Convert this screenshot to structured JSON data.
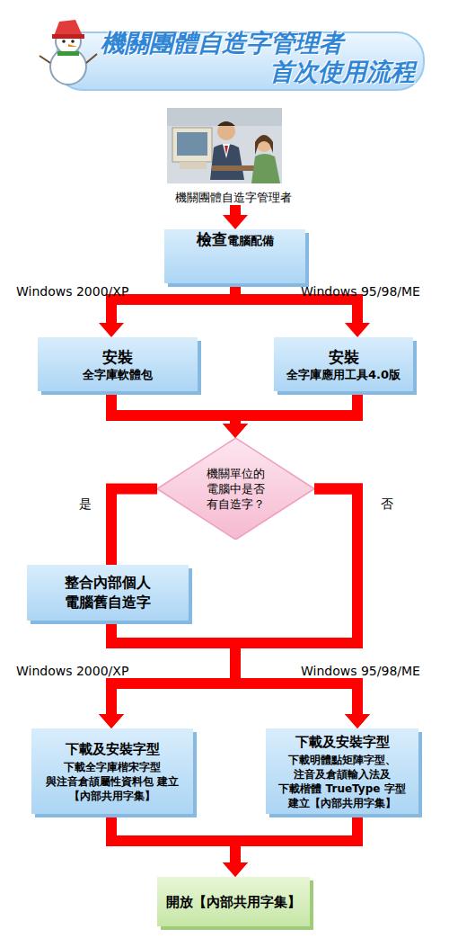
{
  "diagram": {
    "title": "機關團體自造字管理者 首次使用流程",
    "nodes": [
      {
        "text": [
          "機關團體自造字管理者"
        ]
      },
      {
        "text": [
          "檢查",
          "電腦配備"
        ]
      },
      {
        "text": [
          "安裝",
          "全字庫軟體包"
        ]
      },
      {
        "text": [
          "安裝",
          "全字庫應用工具4.0版"
        ]
      },
      {
        "text": [
          "機關單位的 電腦中是否 有自造字？"
        ]
      },
      {
        "text": [
          "整合內部個人 電腦舊自造字"
        ]
      },
      {
        "text": [
          "下載及安裝字型",
          "下載全字庫楷宋字型 與注音倉頡屬性資料包 建立【內部共用字集】"
        ]
      },
      {
        "text": [
          "下載及安裝字型",
          "下載明體點矩陣字型、 注音及倉頡輸入法及 下載楷體 TrueType 字型 建立【內部共用字集】"
        ]
      },
      {
        "text": [
          "開放【內部共用字集】"
        ]
      }
    ],
    "edges": [
      {
        "from": 0,
        "to": 1,
        "arrow": "to"
      },
      {
        "from": 1,
        "to": 2,
        "label": "Windows 2000/XP",
        "arrow": "to"
      },
      {
        "from": 1,
        "to": 3,
        "label": "Windows 95/98/ME",
        "arrow": "to"
      },
      {
        "from": 2,
        "to": 4,
        "arrow": "to"
      },
      {
        "from": 3,
        "to": 4,
        "arrow": "to"
      },
      {
        "from": 4,
        "to": 5,
        "label": "是",
        "arrow": "none"
      },
      {
        "from": 4,
        "to": 6,
        "arrow": "to"
      },
      {
        "from": 4,
        "to": 7,
        "label": "否",
        "arrow": "to"
      },
      {
        "from": 5,
        "to": 6,
        "label": "Windows 2000/XP",
        "arrow": "to"
      },
      {
        "from": 5,
        "to": 7,
        "label": "Windows 95/98/ME",
        "arrow": "to"
      },
      {
        "from": 6,
        "to": 8,
        "arrow": "to"
      },
      {
        "from": 7,
        "to": 8,
        "arrow": "to"
      }
    ]
  }
}
